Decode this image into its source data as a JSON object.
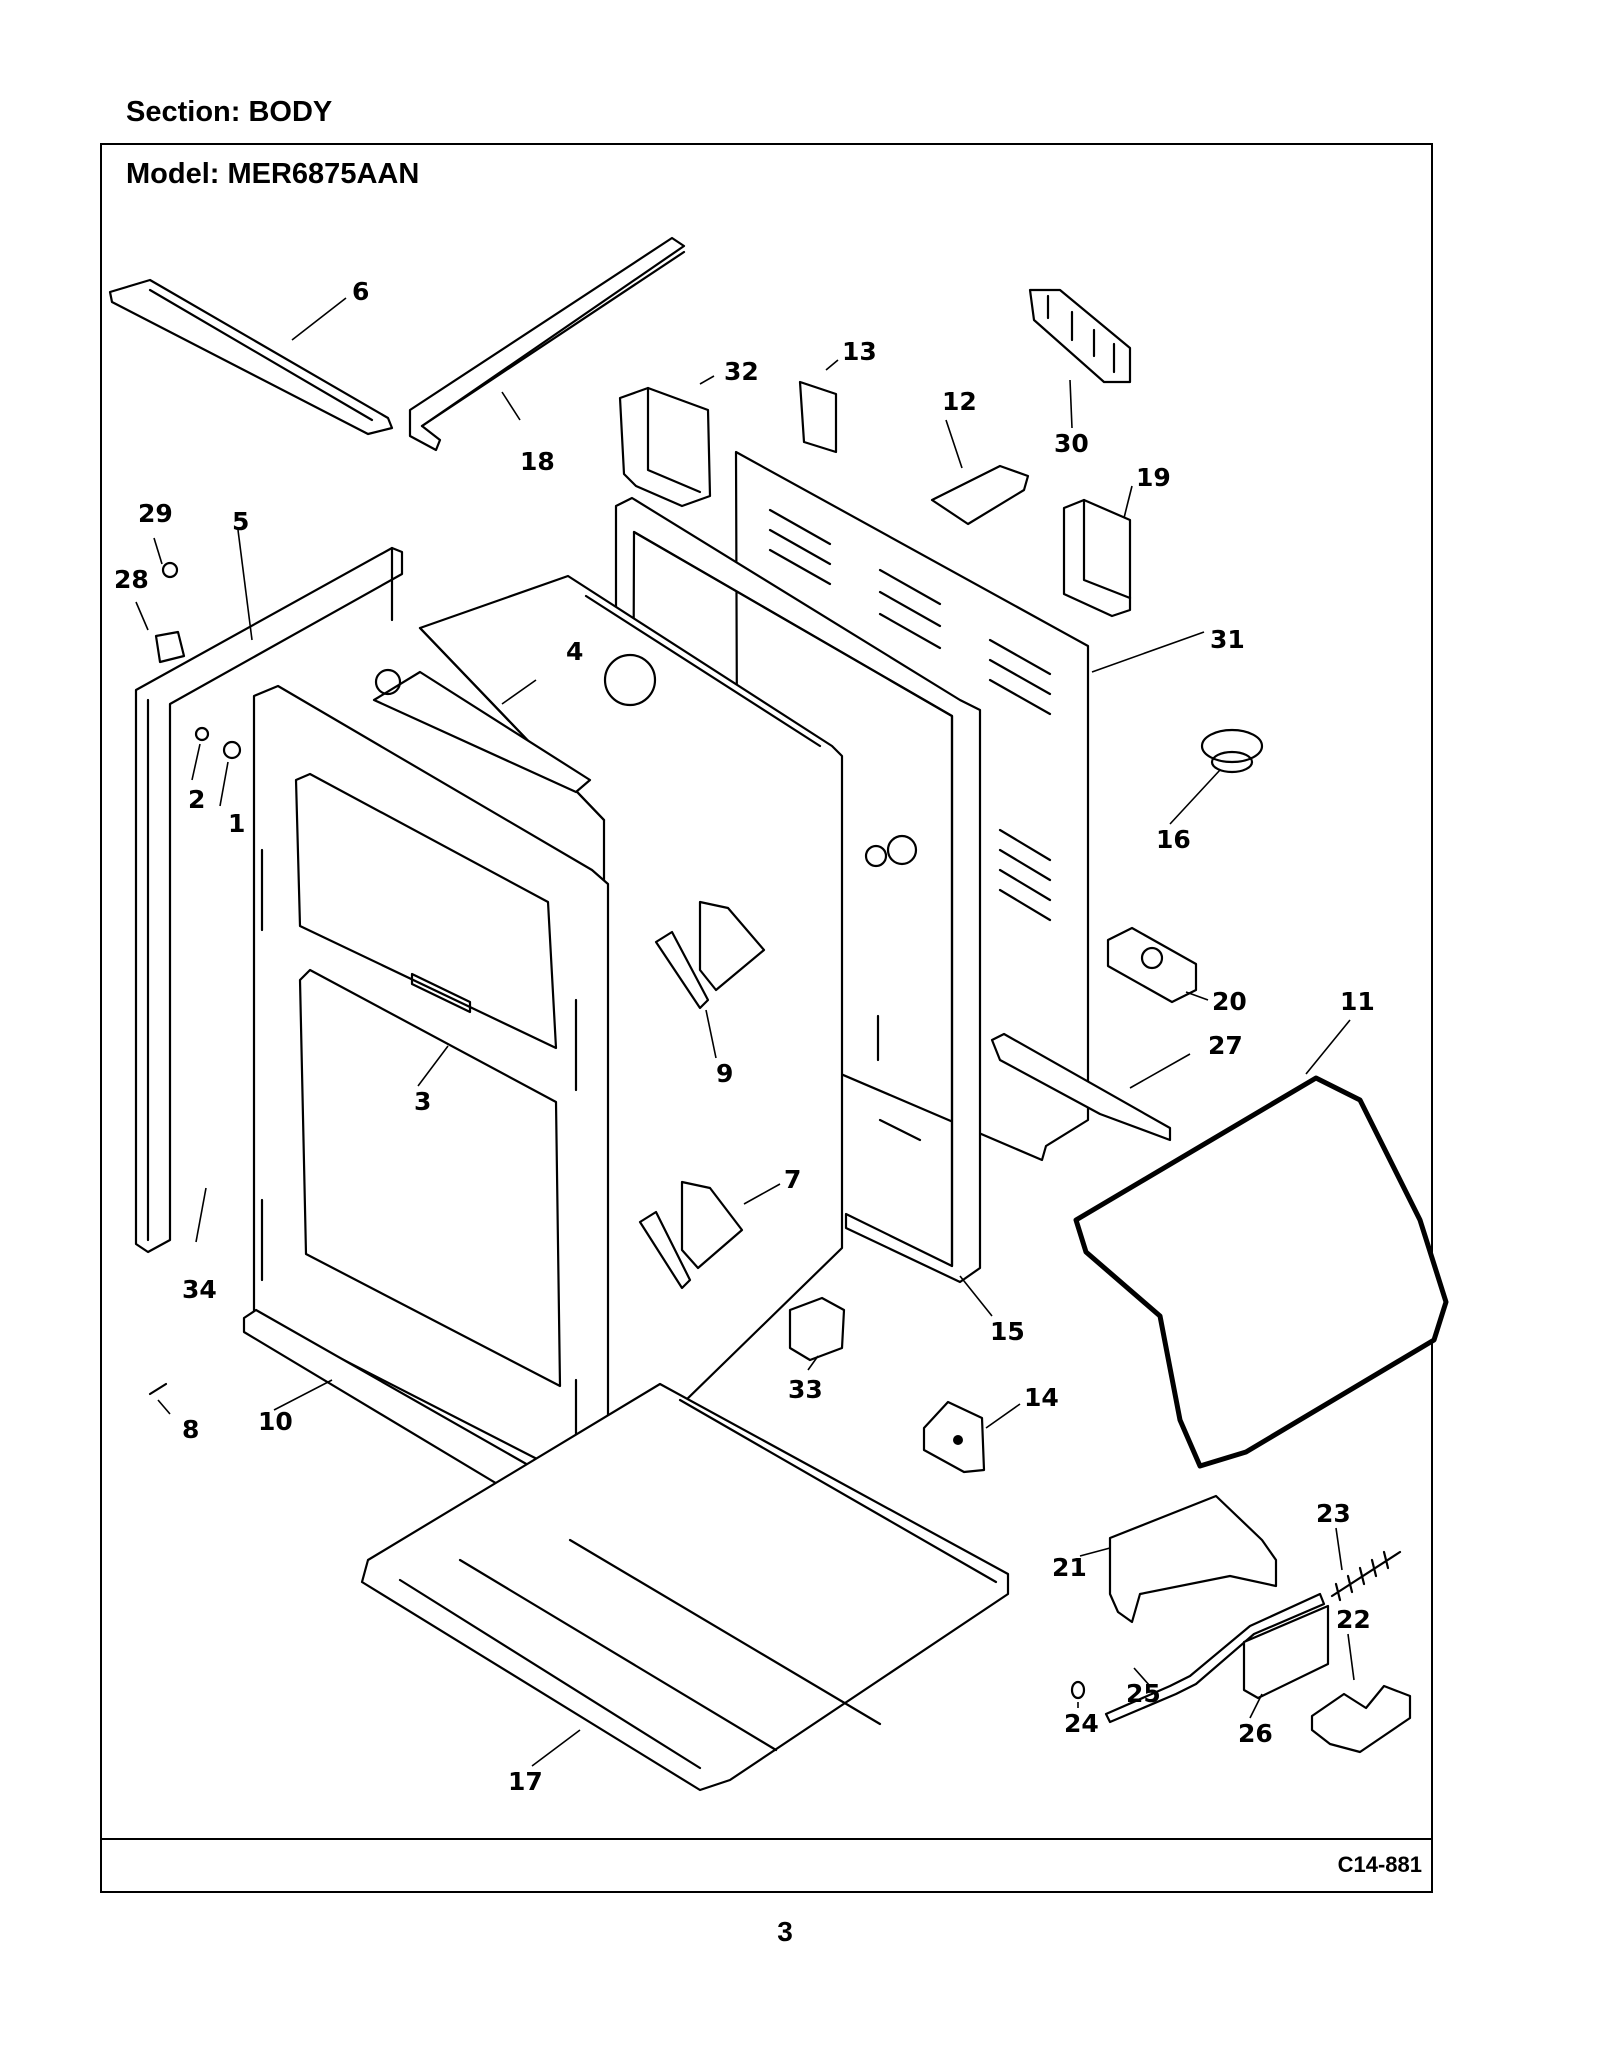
{
  "header": {
    "section": "Section:  BODY",
    "model": "Model:  MER6875AAN"
  },
  "footer": {
    "drawing_code": "C14-881",
    "page_number": "3"
  },
  "callouts": [
    "1",
    "2",
    "3",
    "4",
    "5",
    "6",
    "7",
    "8",
    "9",
    "10",
    "11",
    "12",
    "13",
    "14",
    "15",
    "16",
    "17",
    "18",
    "19",
    "20",
    "21",
    "22",
    "23",
    "24",
    "25",
    "26",
    "27",
    "28",
    "29",
    "30",
    "31",
    "32",
    "33",
    "34"
  ]
}
